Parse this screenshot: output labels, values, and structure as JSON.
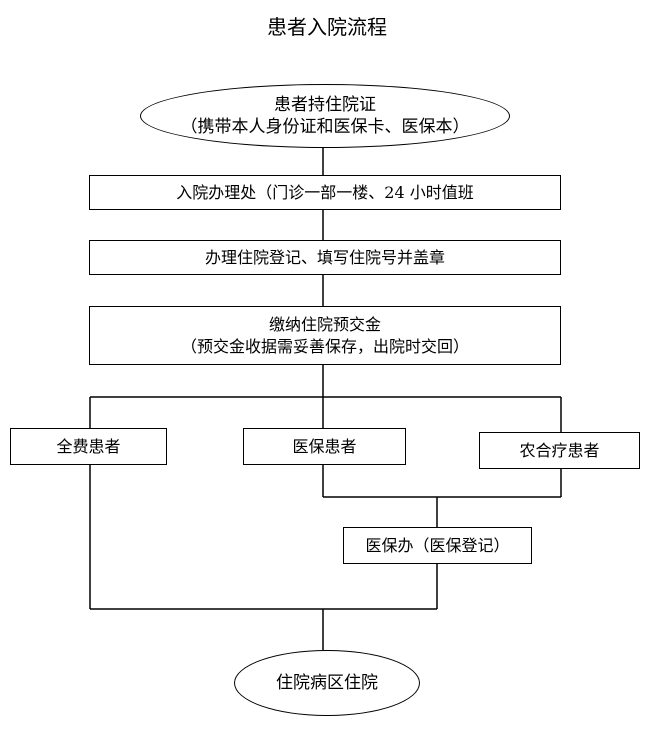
{
  "title": "患者入院流程",
  "nodes": {
    "start": {
      "line1": "患者持住院证",
      "line2": "（携带本人身份证和医保卡、医保本）"
    },
    "admission_office": {
      "text": "入院办理处（门诊一部一楼、24 小时值班"
    },
    "registration": {
      "text": "办理住院登记、填写住院号并盖章"
    },
    "deposit": {
      "line1": "缴纳住院预交金",
      "line2": "（预交金收据需妥善保存，出院时交回）"
    },
    "self_pay": {
      "text": "全费患者"
    },
    "insured": {
      "text": "医保患者"
    },
    "rural_coop": {
      "text": "农合疗患者"
    },
    "insurance_office": {
      "text": "医保办（医保登记）"
    },
    "end": {
      "text": "住院病区住院"
    }
  }
}
